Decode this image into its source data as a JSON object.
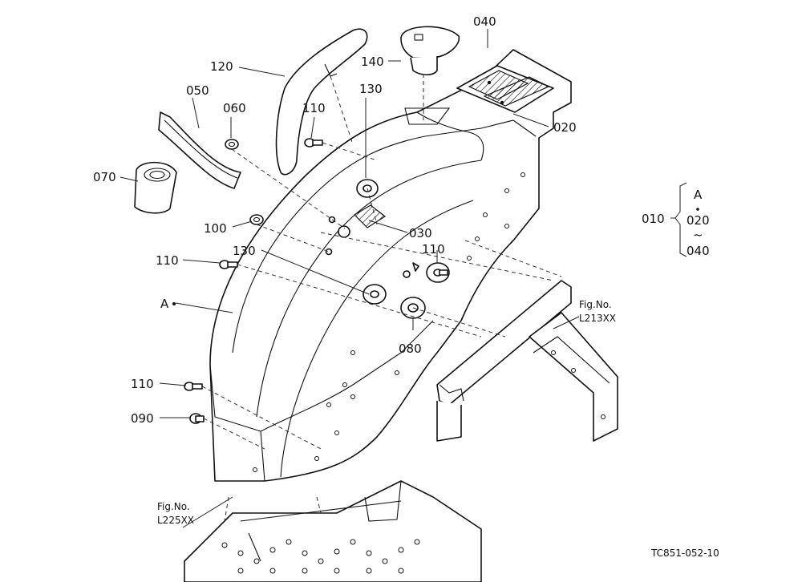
{
  "labels": {
    "p120": "120",
    "p050": "050",
    "p060": "060",
    "p110a": "110",
    "p130a": "130",
    "p140": "140",
    "p040": "040",
    "p020": "020",
    "p070": "070",
    "p100": "100",
    "p130b": "130",
    "p110b": "110",
    "p110c": "110",
    "p030": "030",
    "p080": "080",
    "p110d": "110",
    "p090": "090",
    "pA": "A"
  },
  "set_reference": {
    "assembly_no": "010",
    "ref": "A",
    "from": "020",
    "tilde": "~",
    "to": "040"
  },
  "figure_refs": [
    {
      "line1": "Fig.No.",
      "line2": "L213XX"
    },
    {
      "line1": "Fig.No.",
      "line2": "L225XX"
    }
  ],
  "drawing_code": "TC851-052-10"
}
